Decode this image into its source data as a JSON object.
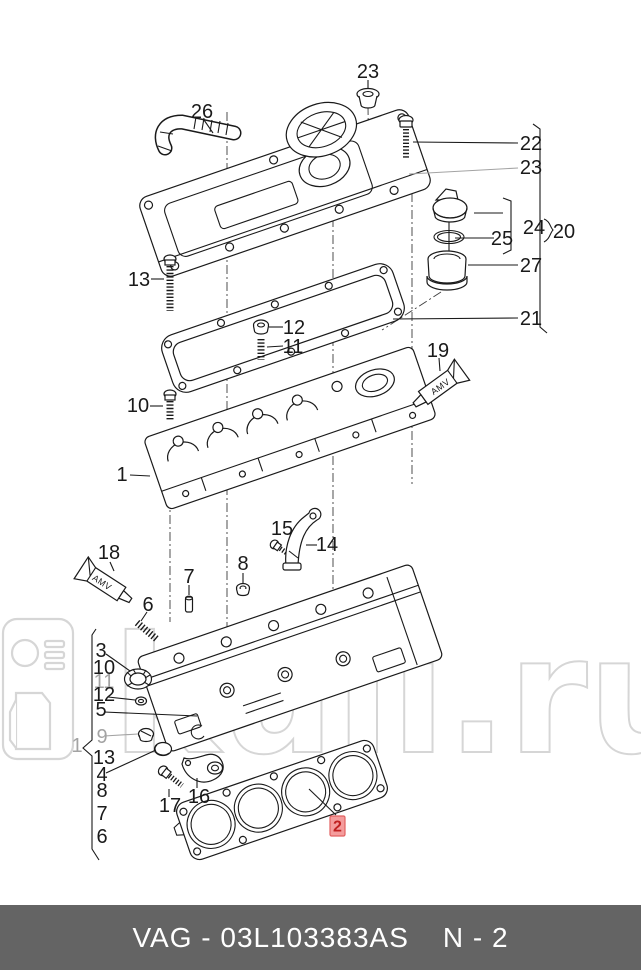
{
  "diagram": {
    "type": "exploded-parts-diagram",
    "subject": "Engine cylinder head, cylinder block and head gasket assembly",
    "sealant_label": "AMV",
    "highlight": {
      "label": "2",
      "bg": "#f49c9c",
      "border": "#e26060",
      "text_color": "#c02020"
    },
    "callouts": [
      {
        "label": "26"
      },
      {
        "label": "23"
      },
      {
        "label": "22"
      },
      {
        "label": "23"
      },
      {
        "label": "24"
      },
      {
        "label": "25"
      },
      {
        "label": "20"
      },
      {
        "label": "27"
      },
      {
        "label": "21"
      },
      {
        "label": "13"
      },
      {
        "label": "12"
      },
      {
        "label": "11"
      },
      {
        "label": "10"
      },
      {
        "label": "1"
      },
      {
        "label": "19"
      },
      {
        "label": "18"
      },
      {
        "label": "8"
      },
      {
        "label": "7"
      },
      {
        "label": "6"
      },
      {
        "label": "15"
      },
      {
        "label": "14"
      },
      {
        "label": "3"
      },
      {
        "label": "10"
      },
      {
        "label": "11"
      },
      {
        "label": "12"
      },
      {
        "label": "5"
      },
      {
        "label": "9"
      },
      {
        "label": "1"
      },
      {
        "label": "13"
      },
      {
        "label": "4"
      },
      {
        "label": "8"
      },
      {
        "label": "7"
      },
      {
        "label": "6"
      },
      {
        "label": "17"
      },
      {
        "label": "16"
      },
      {
        "label": "2"
      }
    ]
  },
  "watermark": {
    "text": "kuli.ru",
    "logo": "oil-canister-logo",
    "color": "#d6d6d6"
  },
  "footer": {
    "part_code": "VAG - 03L103383AS",
    "page_ref": "N - 2",
    "bg": "#646464",
    "text_color": "#ffffff"
  }
}
